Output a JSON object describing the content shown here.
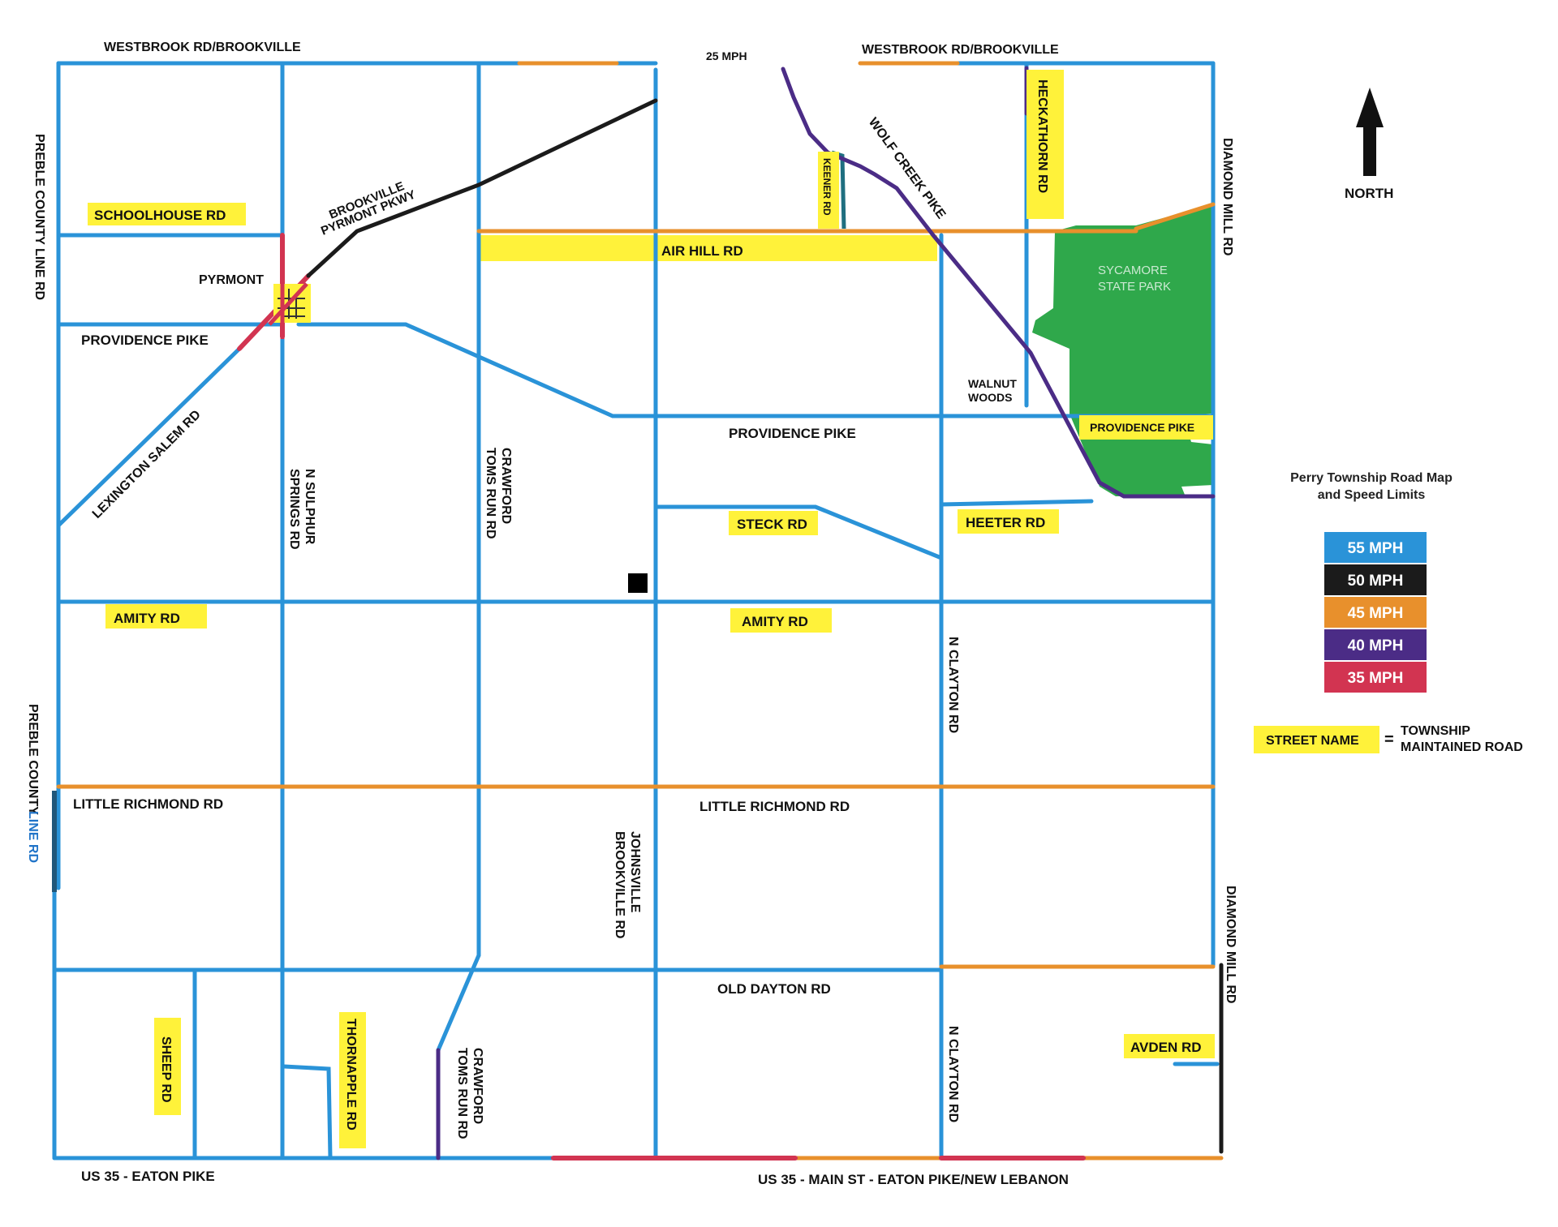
{
  "title": {
    "line1": "Perry Township Road Map",
    "line2": "and Speed Limits"
  },
  "north": {
    "label": "NORTH",
    "icon": "north-arrow-icon"
  },
  "legend": {
    "items": [
      {
        "label": "55 MPH",
        "color": "#2a93d8"
      },
      {
        "label": "50 MPH",
        "color": "#1b1b1b"
      },
      {
        "label": "45 MPH",
        "color": "#e8902c"
      },
      {
        "label": "40 MPH",
        "color": "#4b2c86"
      },
      {
        "label": "35 MPH",
        "color": "#d23451"
      }
    ],
    "key_label": "STREET NAME",
    "key_equals": "=",
    "key_text_1": "TOWNSHIP",
    "key_text_2": "MAINTAINED ROAD"
  },
  "colors": {
    "mph55": "#2a93d8",
    "mph50": "#1b1b1b",
    "mph45": "#e8902c",
    "mph40": "#4b2c86",
    "mph35": "#d23451",
    "township_highlight": "#fff23a",
    "park": "#2fa84b"
  },
  "places": {
    "pyrmont": "PYRMONT",
    "park_1": "SYCAMORE",
    "park_2": "STATE PARK",
    "walnut_1": "WALNUT",
    "walnut_2": "WOODS"
  },
  "speed_note": "25 MPH",
  "roads": {
    "westbrook_w": "WESTBROOK RD/BROOKVILLE",
    "westbrook_e": "WESTBROOK RD/BROOKVILLE",
    "preble_n": "PREBLE COUNTY LINE RD",
    "preble_s_1": "PREBLE COUNTY",
    "preble_s_2": "LINE RD",
    "schoolhouse": "SCHOOLHOUSE RD",
    "brookville_pyrmont_1": "BROOKVILLE",
    "brookville_pyrmont_2": "PYRMONT PKWY",
    "providence_w": "PROVIDENCE PIKE",
    "providence_c": "PROVIDENCE PIKE",
    "providence_e": "PROVIDENCE PIKE",
    "lexington": "LEXINGTON SALEM RD",
    "sulphur_1": "N SULPHUR",
    "sulphur_2": "SPRINGS RD",
    "crawford_n_1": "CRAWFORD",
    "crawford_n_2": "TOMS RUN RD",
    "crawford_s_1": "CRAWFORD",
    "crawford_s_2": "TOMS RUN RD",
    "air_hill": "AIR HILL RD",
    "keener": "KEENER RD",
    "wolf_creek": "WOLF CREEK PIKE",
    "heckathorn": "HECKATHORN RD",
    "diamond_n": "DIAMOND MILL RD",
    "diamond_s": "DIAMOND MILL RD",
    "steck": "STECK RD",
    "heeter": "HEETER RD",
    "amity_w": "AMITY RD",
    "amity_c": "AMITY RD",
    "clayton_n": "N CLAYTON RD",
    "clayton_s": "N CLAYTON RD",
    "little_richmond_w": "LITTLE RICHMOND RD",
    "little_richmond_c": "LITTLE RICHMOND RD",
    "johnsville_1": "JOHNSVILLE",
    "johnsville_2": "BROOKVILLE RD",
    "old_dayton": "OLD DAYTON RD",
    "sheep": "SHEEP RD",
    "thornapple": "THORNAPPLE RD",
    "avden": "AVDEN RD",
    "us35_w": "US 35 - EATON PIKE",
    "us35_e": "US 35 - MAIN ST - EATON PIKE/NEW LEBANON"
  }
}
